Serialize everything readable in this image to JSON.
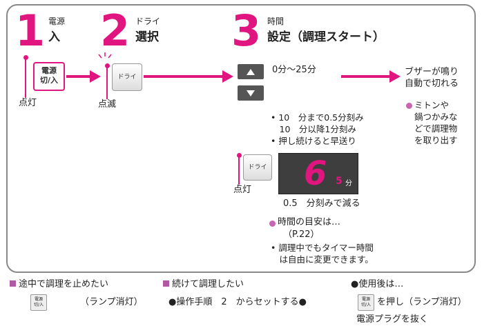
{
  "steps": [
    {
      "num": "1",
      "small": "電源",
      "big": "入"
    },
    {
      "num": "2",
      "small": "ドライ",
      "big": "選択"
    },
    {
      "num": "3",
      "small": "時間",
      "big": "設定（調理スタート）"
    }
  ],
  "buttons": {
    "power_label_1": "電源",
    "power_label_2": "切/入",
    "dry_label": "ドライ"
  },
  "labels": {
    "lit": "点灯",
    "blink": "点滅",
    "lit2": "点灯"
  },
  "time_range": "0分～25分",
  "buzzer": "ブザーが鳴り\n自動で切れる",
  "mitten": "ミトンや\n鍋つかみな\nどで調理物\nを取り出す",
  "notes": [
    "• 10　分まで0.5分刻み",
    "　10　分以降1分刻み",
    "• 押し続けると早送り"
  ],
  "display": {
    "digit": "6",
    "digit_sub": "5",
    "unit": "分"
  },
  "decrement": "0.5　分刻みで減る",
  "guide": "時間の目安は…",
  "guide_ref": "（P.22）",
  "change_note": "• 調理中でもタイマー時間\n　は自由に変更できます。",
  "footer": {
    "stop_title": "途中で調理を止めたい",
    "stop_icon": "電源\n切/入",
    "stop_text": "（ランプ消灯）",
    "continue_title": "続けて調理したい",
    "continue_text": "●操作手順　2　からセットする●",
    "after_title": "●使用後は…",
    "after_icon": "電源\n切/入",
    "after_text": "を押し（ランプ消灯）",
    "after_text2": "電源プラグを抜く"
  },
  "colors": {
    "accent": "#e0157f",
    "bullet": "#c966b1",
    "display_bg": "#3e3e3e"
  }
}
